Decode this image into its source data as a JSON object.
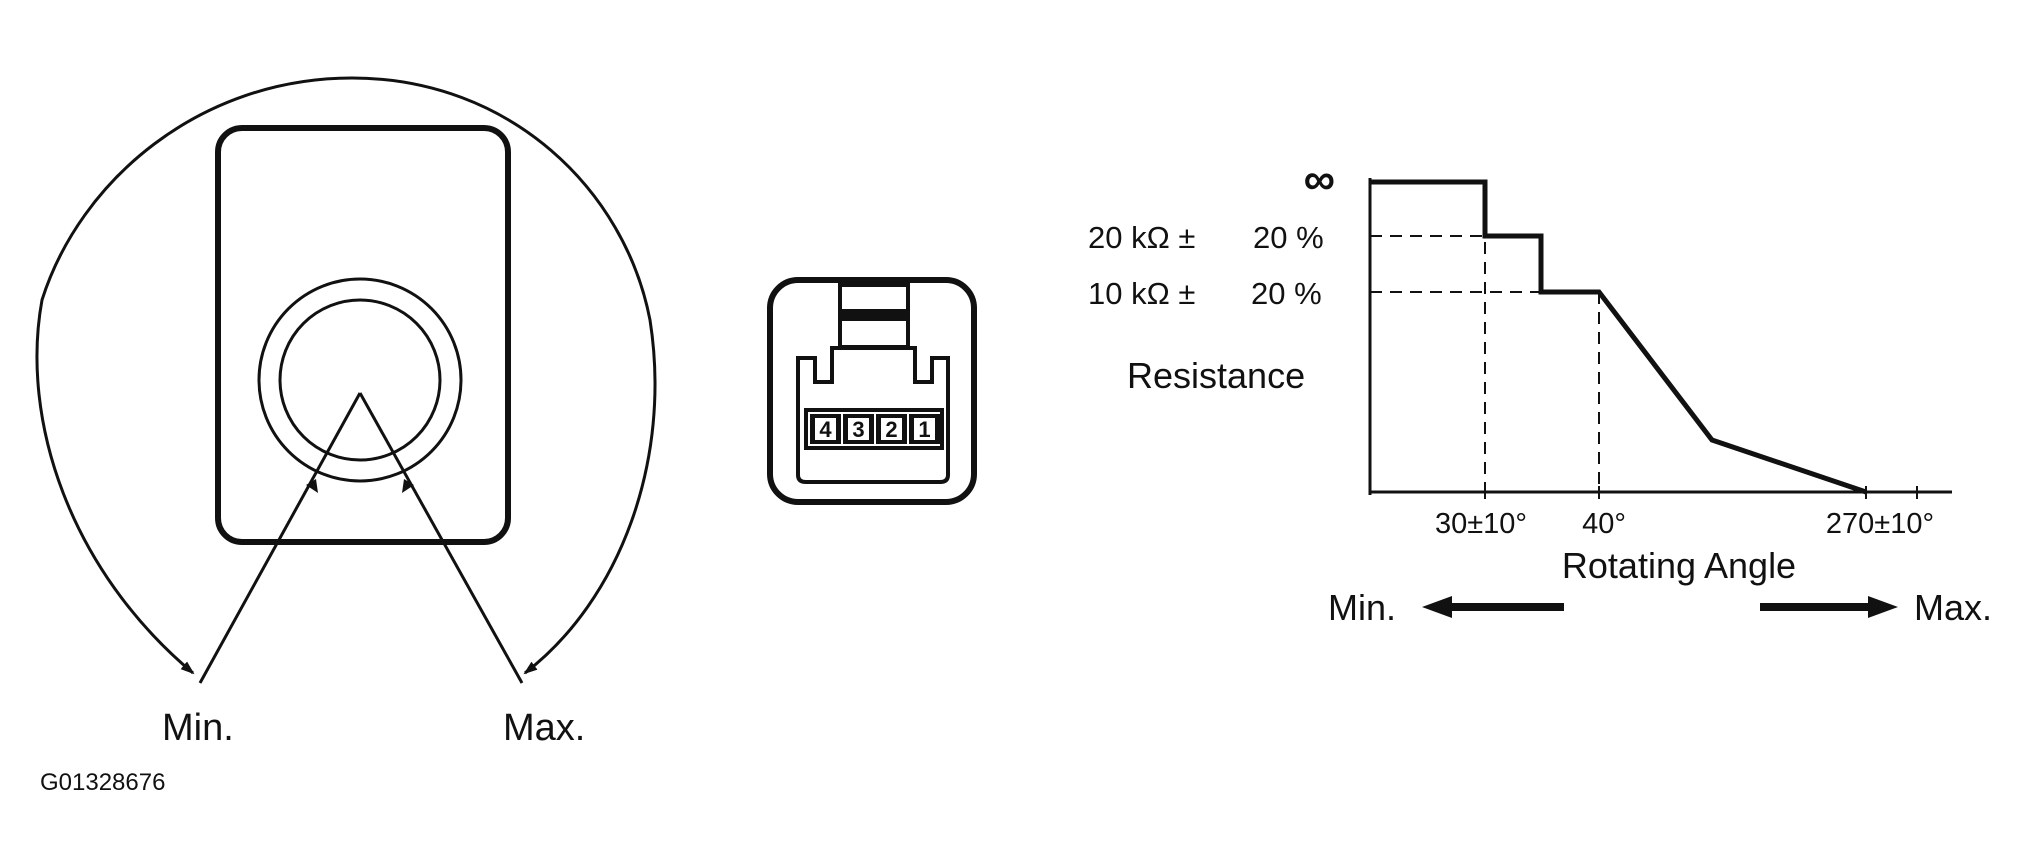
{
  "figure_id": "G01328676",
  "sensor_view": {
    "min_label": "Min.",
    "max_label": "Max."
  },
  "connector": {
    "terminals": [
      "4",
      "3",
      "2",
      "1"
    ]
  },
  "graph": {
    "y_label": "Resistance",
    "y_levels": {
      "infinity": "∞",
      "r20_value": "20 kΩ ±",
      "r20_tol": "20 %",
      "r10_value": "10 kΩ ±",
      "r10_tol": "20 %"
    },
    "x_ticks": {
      "t30": "30±10°",
      "t40": "40°",
      "t270": "270±10°"
    },
    "x_label": "Rotating Angle",
    "direction_min": "Min.",
    "direction_max": "Max."
  }
}
